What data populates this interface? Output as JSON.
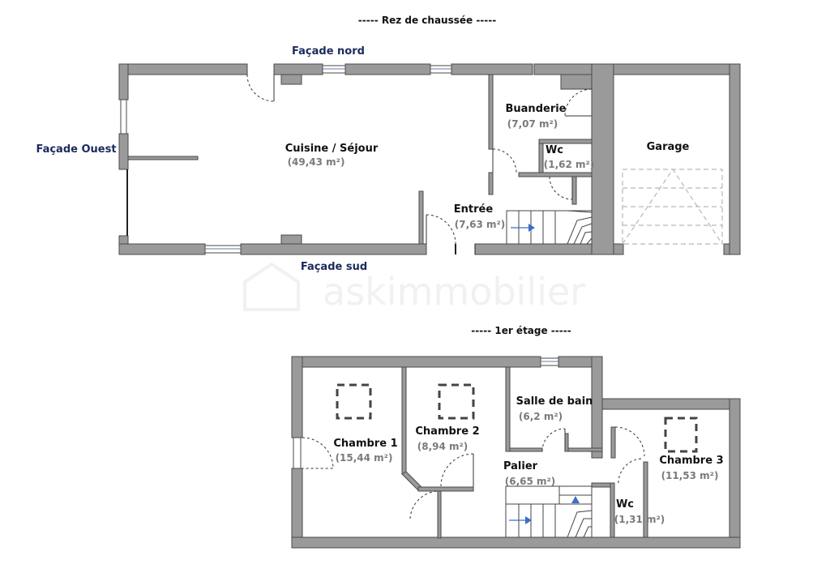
{
  "titles": {
    "ground": "-----  Rez de chaussée  -----",
    "upper": "-----  1er étage  -----"
  },
  "facades": {
    "north": "Façade nord",
    "west": "Façade Ouest",
    "south": "Façade sud"
  },
  "watermark": "askimmobilier",
  "ground_floor": {
    "rooms": [
      {
        "id": "cuisine",
        "name": "Cuisine / Séjour",
        "area": "(49,43 m²)"
      },
      {
        "id": "buanderie",
        "name": "Buanderie",
        "area": "(7,07 m²)"
      },
      {
        "id": "wc",
        "name": "Wc",
        "area": "(1,62 m²)"
      },
      {
        "id": "entree",
        "name": "Entrée",
        "area": "(7,63 m²)"
      },
      {
        "id": "garage",
        "name": "Garage",
        "area": ""
      }
    ]
  },
  "upper_floor": {
    "rooms": [
      {
        "id": "chambre1",
        "name": "Chambre 1",
        "area": "(15,44 m²)"
      },
      {
        "id": "chambre2",
        "name": "Chambre 2",
        "area": "(8,94 m²)"
      },
      {
        "id": "sdb",
        "name": "Salle de bain",
        "area": "(6,2 m²)"
      },
      {
        "id": "palier",
        "name": "Palier",
        "area": "(6,65 m²)"
      },
      {
        "id": "wc",
        "name": "Wc",
        "area": "(1,31 m²)"
      },
      {
        "id": "chambre3",
        "name": "Chambre 3",
        "area": "(11,53 m²)"
      }
    ]
  },
  "colors": {
    "wall_fill": "#9a9a9a",
    "wall_stroke": "#4a4a4a",
    "facade_text": "#1b2a5c",
    "area_text": "#7a7a7a",
    "stair_arrow": "#3b6fc4"
  }
}
